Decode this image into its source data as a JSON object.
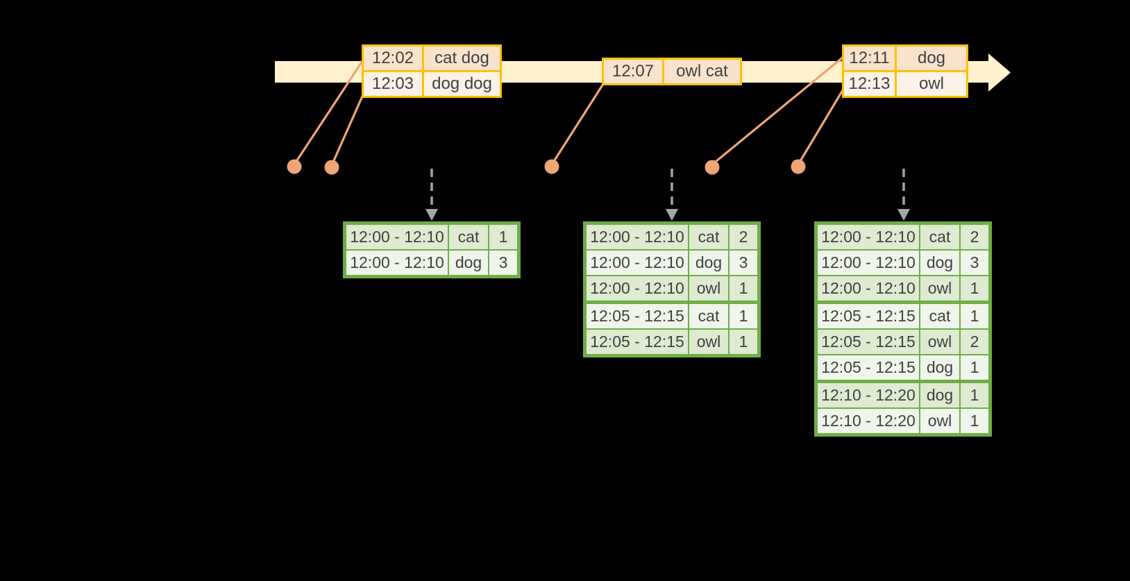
{
  "colors": {
    "background": "#000000",
    "timeline_fill": "#FFF2CC",
    "event_border": "#FFC000",
    "event_row_dark": "#FAE3CD",
    "event_row_light": "#FDF2E7",
    "connector": "#F0A576",
    "result_border": "#70AD47",
    "result_row_dark": "#DEEBD1",
    "result_row_light": "#F0F5EB",
    "dashed_arrow": "#A6A6A6",
    "text": "#404040"
  },
  "icons": {
    "timeline_arrow": "right-arrow",
    "drop_arrow": "dashed-down-arrow",
    "event_marker": "dot"
  },
  "event_tables": [
    {
      "rows": [
        {
          "time": "12:02",
          "words": "cat dog"
        },
        {
          "time": "12:03",
          "words": "dog dog"
        }
      ]
    },
    {
      "rows": [
        {
          "time": "12:07",
          "words": "owl cat"
        }
      ]
    },
    {
      "rows": [
        {
          "time": "12:11",
          "words": "dog"
        },
        {
          "time": "12:13",
          "words": "owl"
        }
      ]
    }
  ],
  "result_tables": [
    {
      "group_starts": [],
      "rows": [
        {
          "window": "12:00 - 12:10",
          "word": "cat",
          "count": "1"
        },
        {
          "window": "12:00 - 12:10",
          "word": "dog",
          "count": "3"
        }
      ]
    },
    {
      "group_starts": [
        3
      ],
      "rows": [
        {
          "window": "12:00 - 12:10",
          "word": "cat",
          "count": "2"
        },
        {
          "window": "12:00 - 12:10",
          "word": "dog",
          "count": "3"
        },
        {
          "window": "12:00 - 12:10",
          "word": "owl",
          "count": "1"
        },
        {
          "window": "12:05 - 12:15",
          "word": "cat",
          "count": "1"
        },
        {
          "window": "12:05 - 12:15",
          "word": "owl",
          "count": "1"
        }
      ]
    },
    {
      "group_starts": [
        3,
        6
      ],
      "rows": [
        {
          "window": "12:00 - 12:10",
          "word": "cat",
          "count": "2"
        },
        {
          "window": "12:00 - 12:10",
          "word": "dog",
          "count": "3"
        },
        {
          "window": "12:00 - 12:10",
          "word": "owl",
          "count": "1"
        },
        {
          "window": "12:05 - 12:15",
          "word": "cat",
          "count": "1"
        },
        {
          "window": "12:05 - 12:15",
          "word": "owl",
          "count": "2"
        },
        {
          "window": "12:05 - 12:15",
          "word": "dog",
          "count": "1"
        },
        {
          "window": "12:10 - 12:20",
          "word": "dog",
          "count": "1"
        },
        {
          "window": "12:10 - 12:20",
          "word": "owl",
          "count": "1"
        }
      ]
    }
  ]
}
